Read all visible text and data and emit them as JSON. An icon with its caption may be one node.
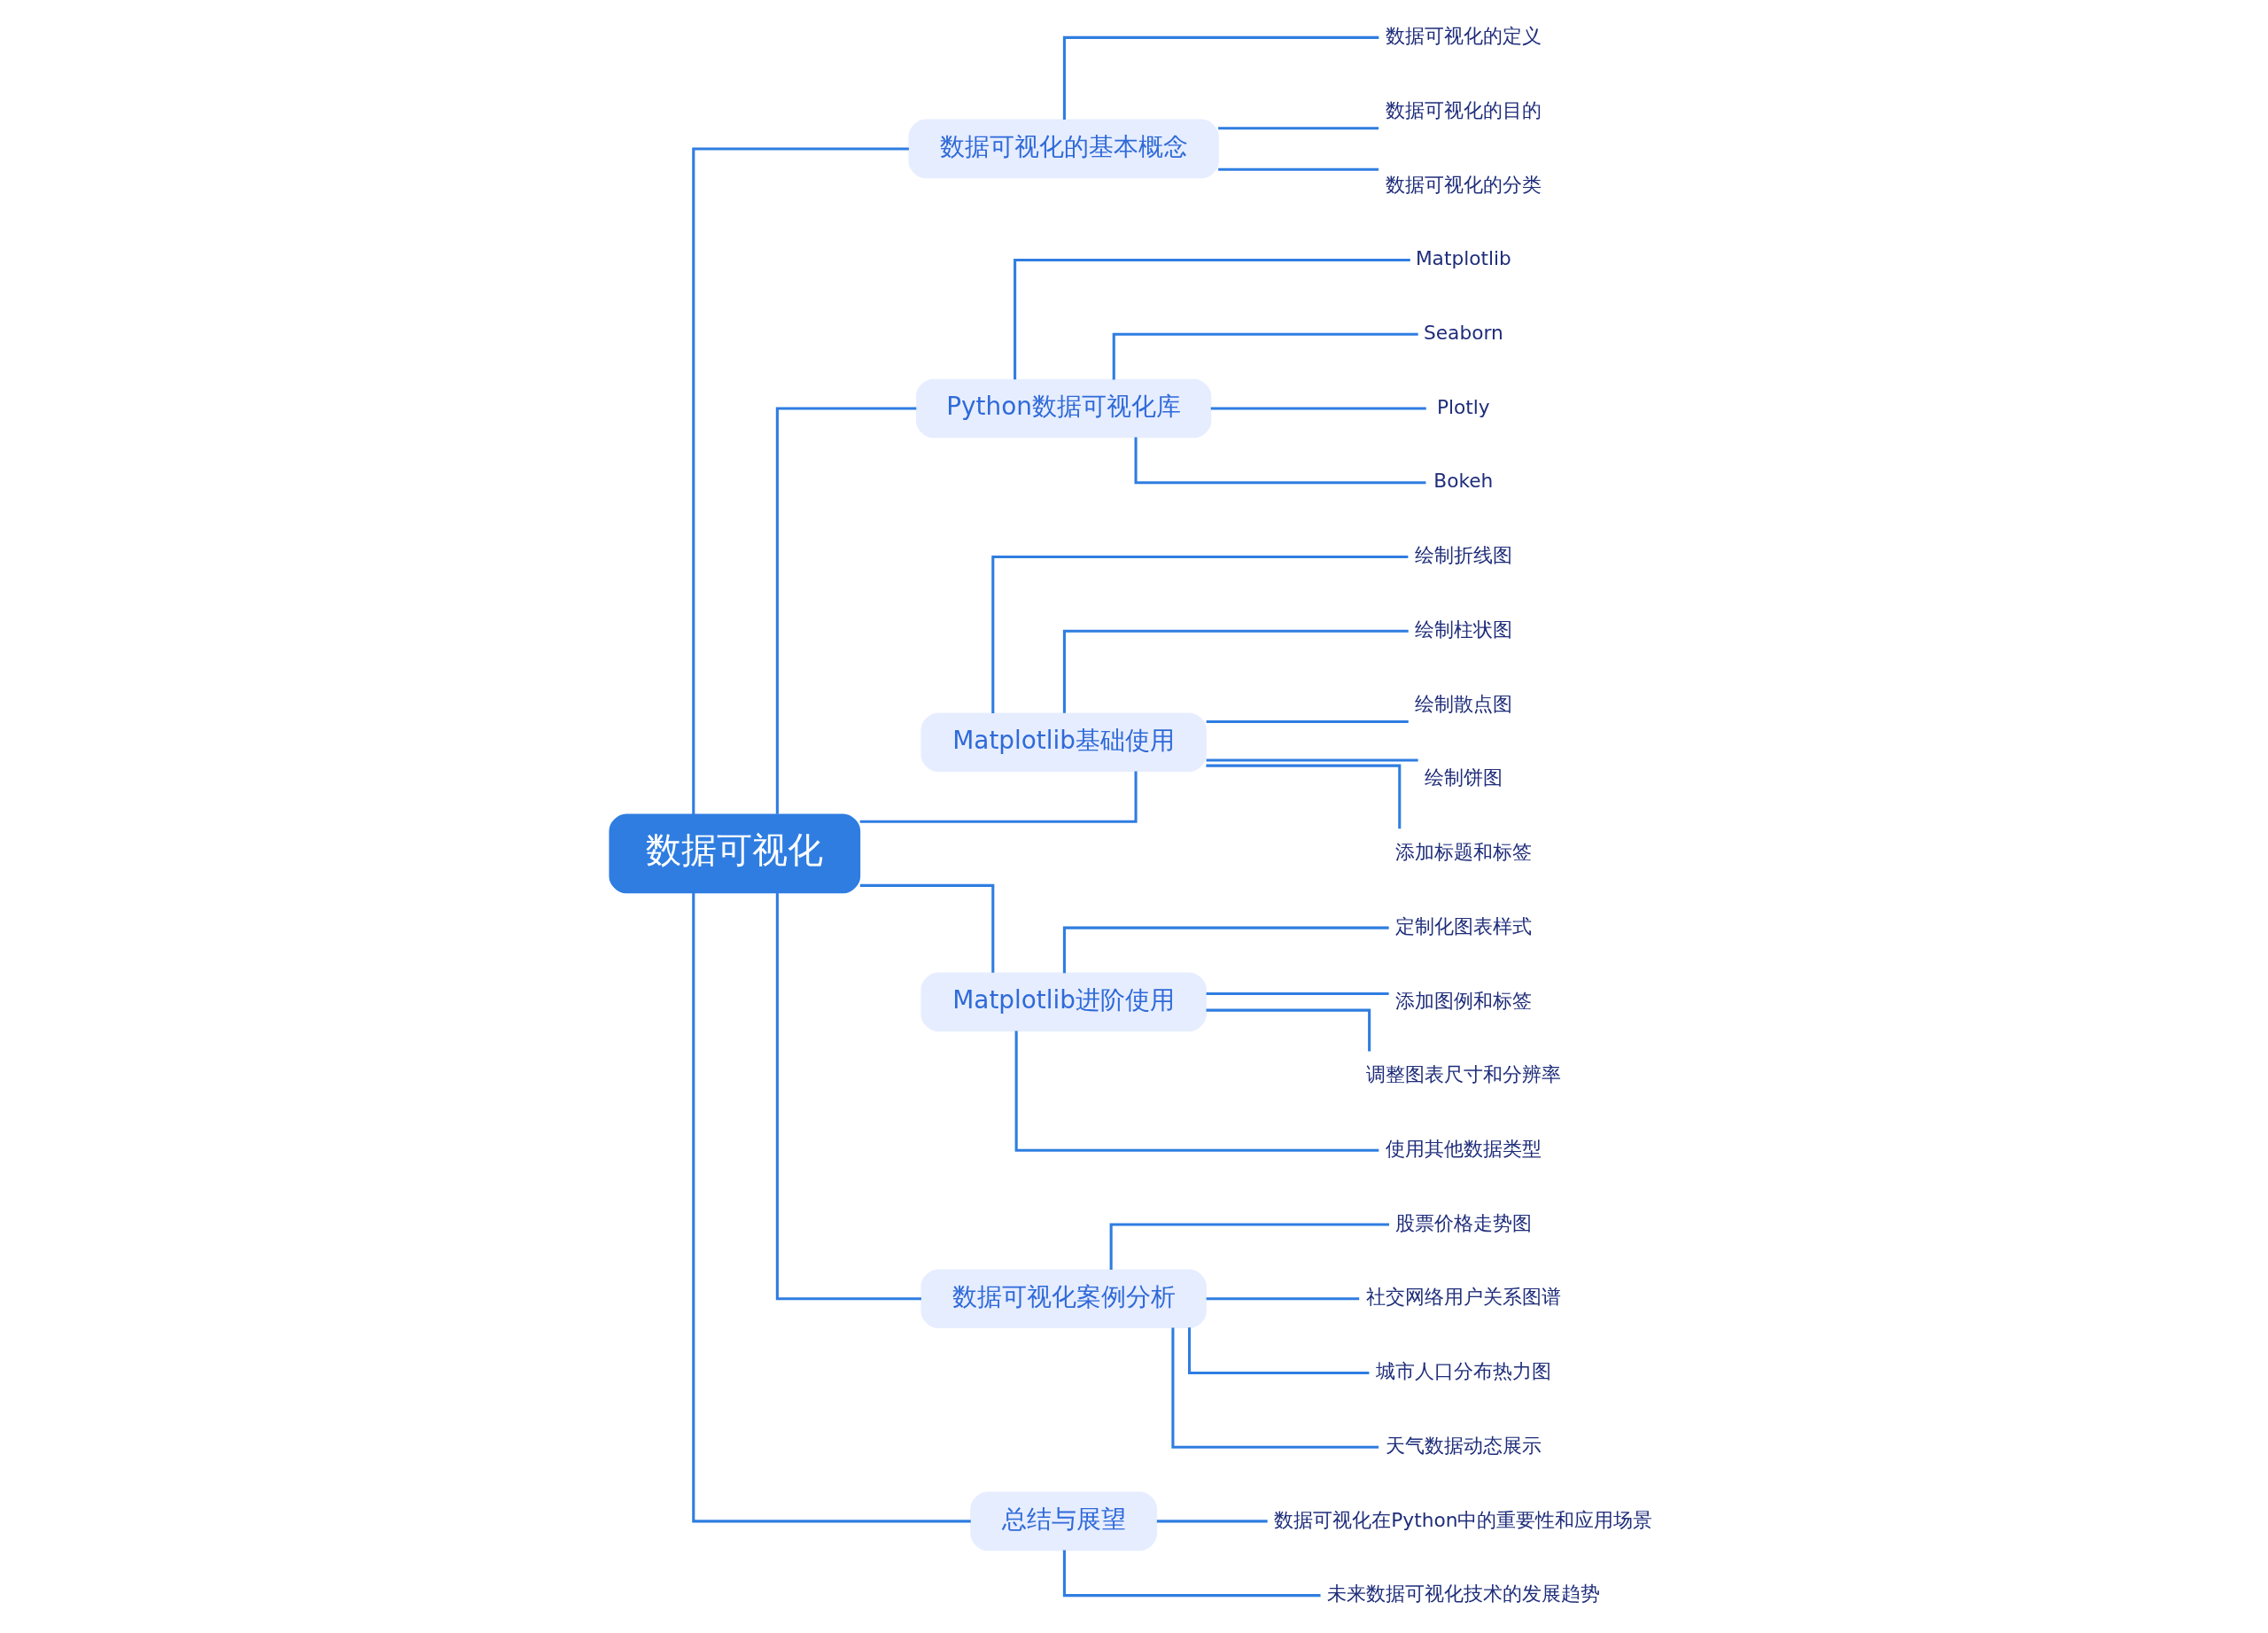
{
  "diagram": {
    "nodes": [
      {
        "text": [
          "数据可视化"
        ]
      },
      {
        "text": [
          "数据可视化的基本概念"
        ]
      },
      {
        "text": [
          "数据可视化的定义"
        ]
      },
      {
        "text": [
          "数据可视化的目的"
        ]
      },
      {
        "text": [
          "数据可视化的分类"
        ]
      },
      {
        "text": [
          "Python数据可视化库"
        ]
      },
      {
        "text": [
          "Matplotlib"
        ]
      },
      {
        "text": [
          "Seaborn"
        ]
      },
      {
        "text": [
          "Plotly"
        ]
      },
      {
        "text": [
          "Bokeh"
        ]
      },
      {
        "text": [
          "Matplotlib基础使用"
        ]
      },
      {
        "text": [
          "绘制折线图"
        ]
      },
      {
        "text": [
          "绘制柱状图"
        ]
      },
      {
        "text": [
          "绘制散点图"
        ]
      },
      {
        "text": [
          "绘制饼图"
        ]
      },
      {
        "text": [
          "添加标题和标签"
        ]
      },
      {
        "text": [
          "Matplotlib进阶使用"
        ]
      },
      {
        "text": [
          "定制化图表样式"
        ]
      },
      {
        "text": [
          "添加图例和标签"
        ]
      },
      {
        "text": [
          "调整图表尺寸和分辨率"
        ]
      },
      {
        "text": [
          "使用其他数据类型"
        ]
      },
      {
        "text": [
          "数据可视化案例分析"
        ]
      },
      {
        "text": [
          "股票价格走势图"
        ]
      },
      {
        "text": [
          "社交网络用户关系图谱"
        ]
      },
      {
        "text": [
          "城市人口分布热力图"
        ]
      },
      {
        "text": [
          "天气数据动态展示"
        ]
      },
      {
        "text": [
          "总结与展望"
        ]
      },
      {
        "text": [
          "数据可视化在Python中的重要性和应用场景"
        ]
      },
      {
        "text": [
          "未来数据可视化技术的发展趋势"
        ]
      }
    ],
    "edges": [
      {
        "from": 0,
        "to": 1,
        "arrow": "none"
      },
      {
        "from": 1,
        "to": 2,
        "arrow": "none"
      },
      {
        "from": 1,
        "to": 3,
        "arrow": "none"
      },
      {
        "from": 1,
        "to": 4,
        "arrow": "none"
      },
      {
        "from": 0,
        "to": 5,
        "arrow": "none"
      },
      {
        "from": 5,
        "to": 6,
        "arrow": "none"
      },
      {
        "from": 5,
        "to": 7,
        "arrow": "none"
      },
      {
        "from": 5,
        "to": 8,
        "arrow": "none"
      },
      {
        "from": 5,
        "to": 9,
        "arrow": "none"
      },
      {
        "from": 0,
        "to": 10,
        "arrow": "none"
      },
      {
        "from": 10,
        "to": 11,
        "arrow": "none"
      },
      {
        "from": 10,
        "to": 12,
        "arrow": "none"
      },
      {
        "from": 10,
        "to": 13,
        "arrow": "none"
      },
      {
        "from": 10,
        "to": 14,
        "arrow": "none"
      },
      {
        "from": 10,
        "to": 15,
        "arrow": "none"
      },
      {
        "from": 0,
        "to": 16,
        "arrow": "none"
      },
      {
        "from": 16,
        "to": 17,
        "arrow": "none"
      },
      {
        "from": 16,
        "to": 18,
        "arrow": "none"
      },
      {
        "from": 16,
        "to": 19,
        "arrow": "none"
      },
      {
        "from": 16,
        "to": 20,
        "arrow": "none"
      },
      {
        "from": 0,
        "to": 21,
        "arrow": "none"
      },
      {
        "from": 21,
        "to": 22,
        "arrow": "none"
      },
      {
        "from": 21,
        "to": 23,
        "arrow": "none"
      },
      {
        "from": 21,
        "to": 24,
        "arrow": "none"
      },
      {
        "from": 21,
        "to": 25,
        "arrow": "none"
      },
      {
        "from": 0,
        "to": 26,
        "arrow": "none"
      },
      {
        "from": 26,
        "to": 27,
        "arrow": "none"
      },
      {
        "from": 26,
        "to": 28,
        "arrow": "none"
      }
    ]
  }
}
